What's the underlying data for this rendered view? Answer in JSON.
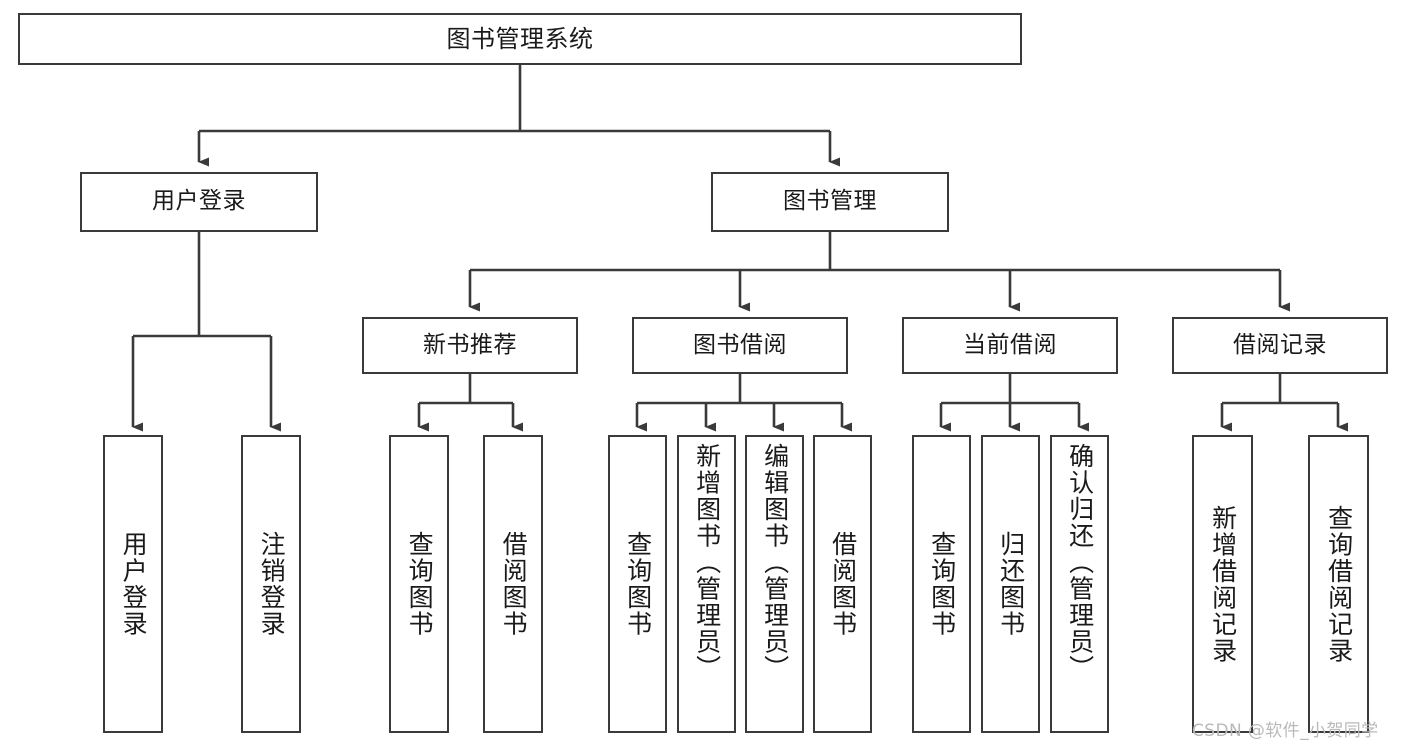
{
  "diagram": {
    "title": "图书管理系统",
    "type": "tree-hierarchy-chart",
    "watermark": "CSDN @软件_小贺同学",
    "colors": {
      "box_border": "#3a3a3a",
      "box_fill": "#ffffff",
      "edge": "#3a3a3a",
      "text": "#1a1a1a",
      "watermark": "#b9b9b9",
      "background": "#ffffff"
    },
    "root": {
      "label": "图书管理系统"
    },
    "level2": [
      {
        "label": "用户登录"
      },
      {
        "label": "图书管理"
      }
    ],
    "level3": [
      {
        "label": "新书推荐"
      },
      {
        "label": "图书借阅"
      },
      {
        "label": "当前借阅"
      },
      {
        "label": "借阅记录"
      }
    ],
    "leaves": {
      "user_login": [
        {
          "label": "用户登录"
        },
        {
          "label": "注销登录"
        }
      ],
      "new_book_recommend": [
        {
          "label": "查询图书"
        },
        {
          "label": "借阅图书"
        }
      ],
      "book_borrow": [
        {
          "label": "查询图书"
        },
        {
          "label": "新增图书（管理员）"
        },
        {
          "label": "编辑图书（管理员）"
        },
        {
          "label": "借阅图书"
        }
      ],
      "current_borrow": [
        {
          "label": "查询图书"
        },
        {
          "label": "归还图书"
        },
        {
          "label": "确认归还（管理员）"
        }
      ],
      "borrow_record": [
        {
          "label": "新增借阅记录"
        },
        {
          "label": "查询借阅记录"
        }
      ]
    }
  }
}
